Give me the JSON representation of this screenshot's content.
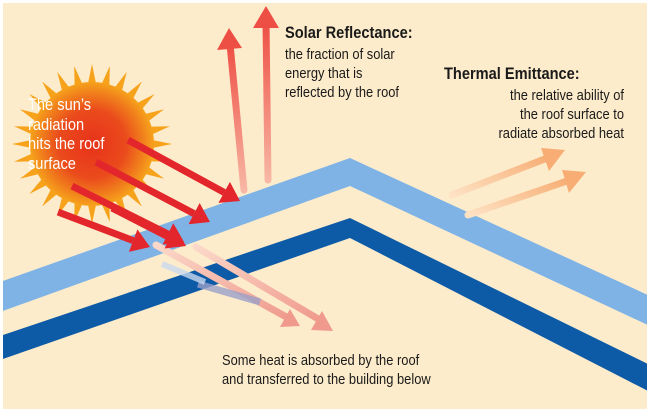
{
  "sun": {
    "caption": "The sun’s\nradiation\nhits the roof\nsurface"
  },
  "solar_reflectance": {
    "title": "Solar Reflectance:",
    "lines": [
      "the fraction of solar",
      "energy that is",
      "reflected by the roof"
    ]
  },
  "thermal_emittance": {
    "title": "Thermal Emittance:",
    "lines": [
      "the relative ability of",
      "the roof surface to",
      "radiate absorbed heat"
    ]
  },
  "absorbed": {
    "lines": [
      "Some heat is absorbed by the roof",
      "and transferred to the building below"
    ]
  },
  "colors": {
    "background": "#fdeccb",
    "roof_light": "#7fb3e6",
    "roof_dark": "#0d5aa7",
    "incoming_arrow": "#e3262b",
    "reflected_arrow": "#ef6a5a",
    "emitted_arrow": "#f8b783",
    "absorbed_arrow": "#f2a99a",
    "sun_core": "#e8421c",
    "sun_rays": "#f7a21b"
  }
}
